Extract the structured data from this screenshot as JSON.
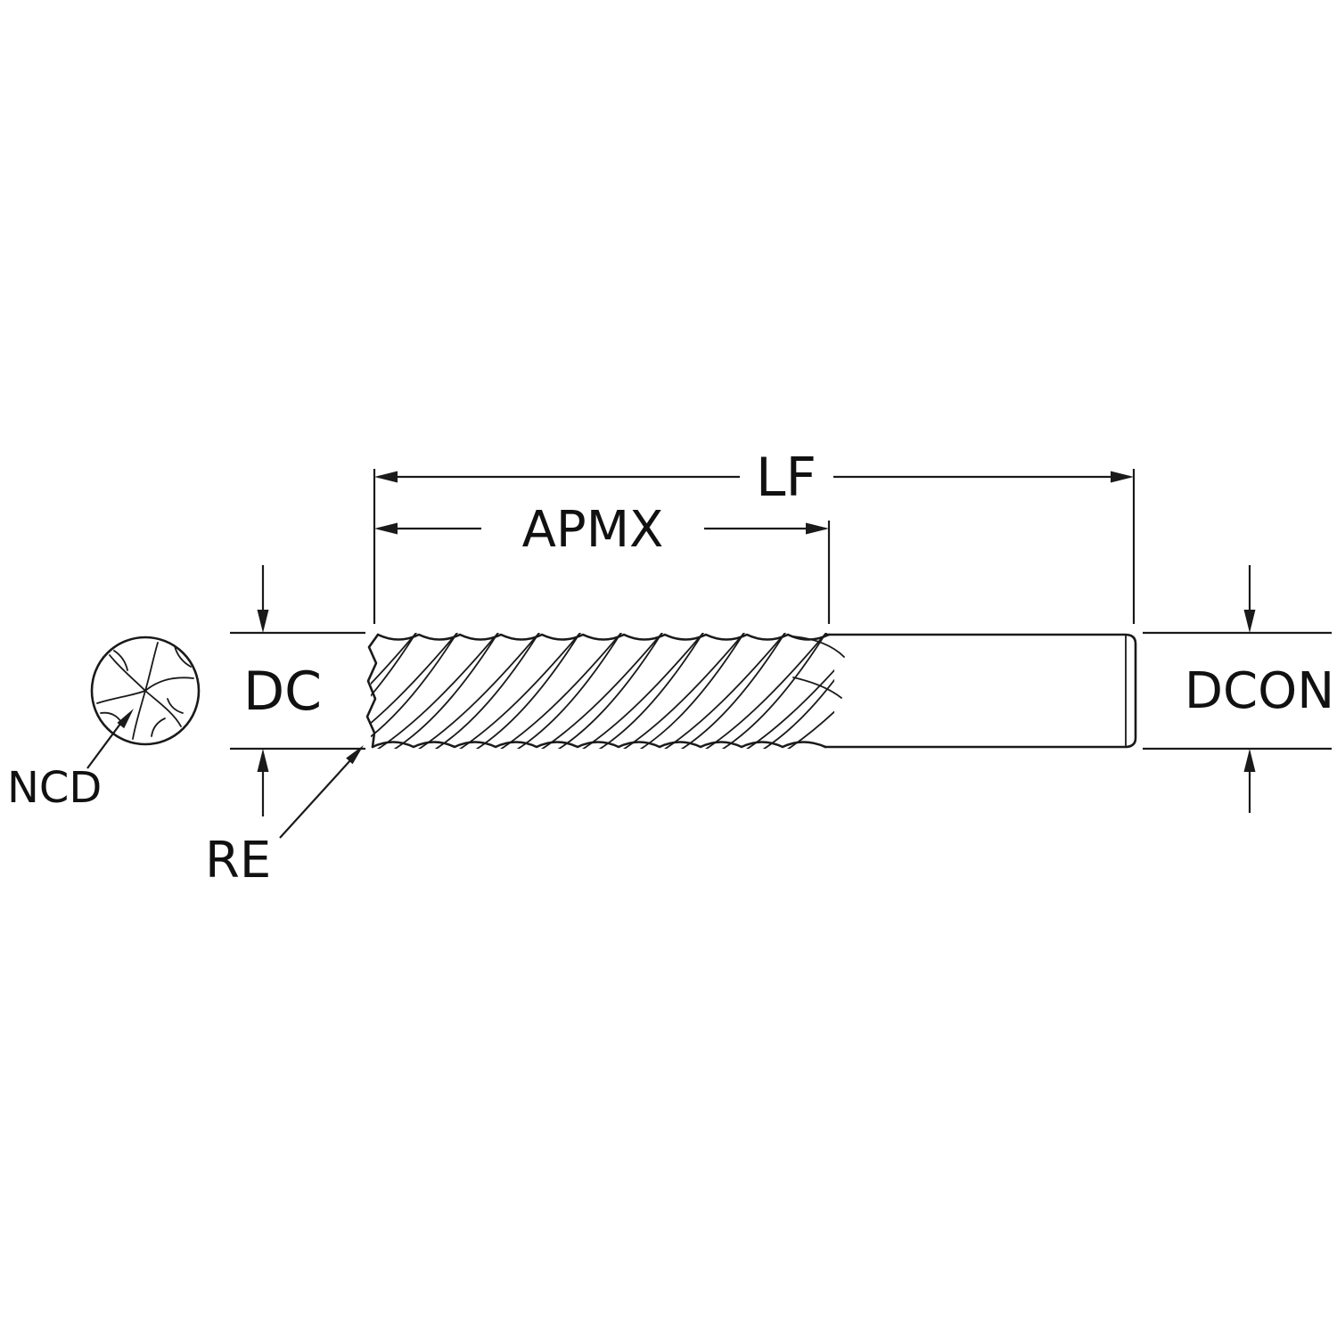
{
  "page": {
    "background": "#ffffff"
  },
  "diagram": {
    "name": "end-mill-dimension-diagram",
    "line_color": "#1a1a1a",
    "labels": {
      "lf": "LF",
      "apmx": "APMX",
      "dc": "DC",
      "dcon": "DCON",
      "ncd": "NCD",
      "re": "RE"
    }
  }
}
